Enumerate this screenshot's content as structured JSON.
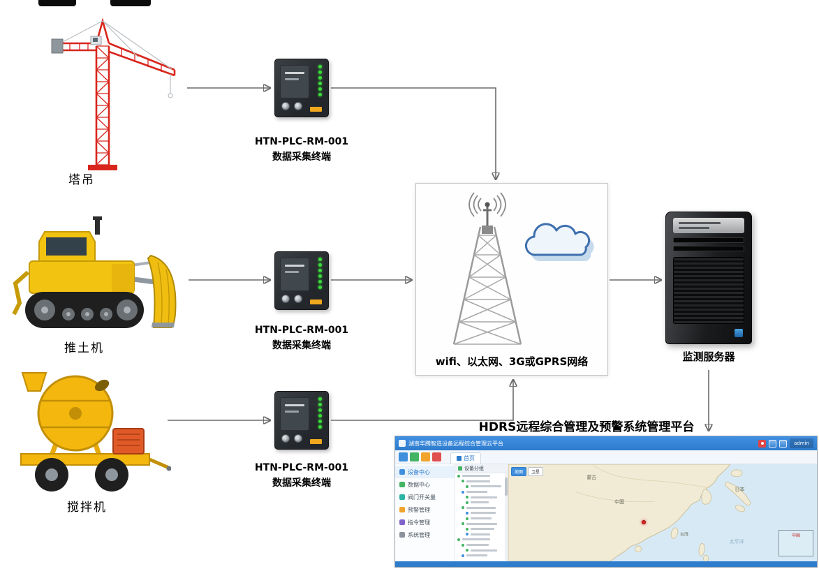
{
  "labels": {
    "crane": "塔吊",
    "bulldozer": "推土机",
    "mixer": "搅拌机",
    "plc_model": "HTN-PLC-RM-001",
    "plc_name": "数据采集终端",
    "network": "wifi、以太网、3G或GPRS网络",
    "server": "监测服务器",
    "platform_title": "HDRS远程综合管理及预警系统管理平台"
  },
  "platform": {
    "header": {
      "title": "湖南华腾智造设备远程综合管理云平台",
      "user": "admin"
    },
    "toolbar": {
      "tab_home": "首页"
    },
    "sidebar": {
      "items": [
        {
          "label": "设备中心"
        },
        {
          "label": "数据中心"
        },
        {
          "label": "阀门开关量"
        },
        {
          "label": "预警管理"
        },
        {
          "label": "指令管理"
        },
        {
          "label": "系统管理"
        }
      ]
    },
    "tree": {
      "header": "设备分组"
    },
    "map": {
      "controls": {
        "map": "地图",
        "satellite": "卫星"
      },
      "labels": {
        "mongolia": "蒙古",
        "china": "中国",
        "japan": "日本",
        "taiwan": "台湾",
        "pacific": "太平洋"
      },
      "inset": "中国"
    }
  },
  "colors": {
    "header_blue": "#2e7ccc",
    "machine_yellow": "#f2c411",
    "crane_red": "#d8261c",
    "led_green": "#3bdc3b",
    "marker_red": "#e02424"
  }
}
